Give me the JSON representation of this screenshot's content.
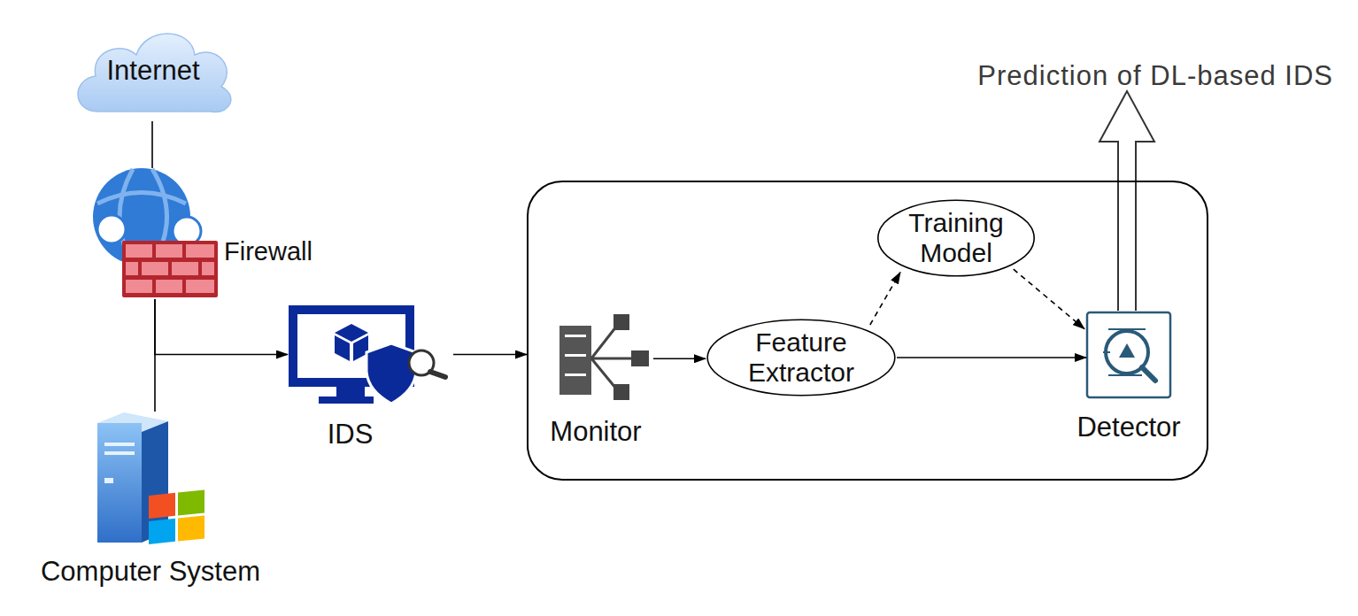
{
  "diagram": {
    "nodes": [
      {
        "text": [
          "Internet"
        ]
      },
      {
        "text": [
          "Firewall"
        ]
      },
      {
        "text": [
          "Computer System"
        ]
      },
      {
        "text": [
          "IDS"
        ]
      },
      {
        "text": []
      },
      {
        "text": [
          "Monitor"
        ],
        "in": 4
      },
      {
        "text": [
          "Feature Extractor"
        ],
        "in": 4
      },
      {
        "text": [
          "Training Model"
        ],
        "in": 4
      },
      {
        "text": [
          "Detector"
        ],
        "in": 4
      }
    ],
    "edges": [
      {
        "from": 0,
        "to": 1,
        "arrow": "none"
      },
      {
        "from": 1,
        "to": 2,
        "arrow": "none"
      },
      {
        "from": 1,
        "to": 3,
        "arrow": "to"
      },
      {
        "from": 3,
        "to": 4,
        "arrow": "to"
      },
      {
        "from": 5,
        "to": 6,
        "arrow": "to"
      },
      {
        "from": 6,
        "to": 7,
        "arrow": "to"
      },
      {
        "from": 7,
        "to": 8,
        "arrow": "to"
      },
      {
        "from": 6,
        "to": 8,
        "arrow": "to"
      }
    ],
    "labels": [
      "Prediction of DL-based IDS"
    ]
  }
}
